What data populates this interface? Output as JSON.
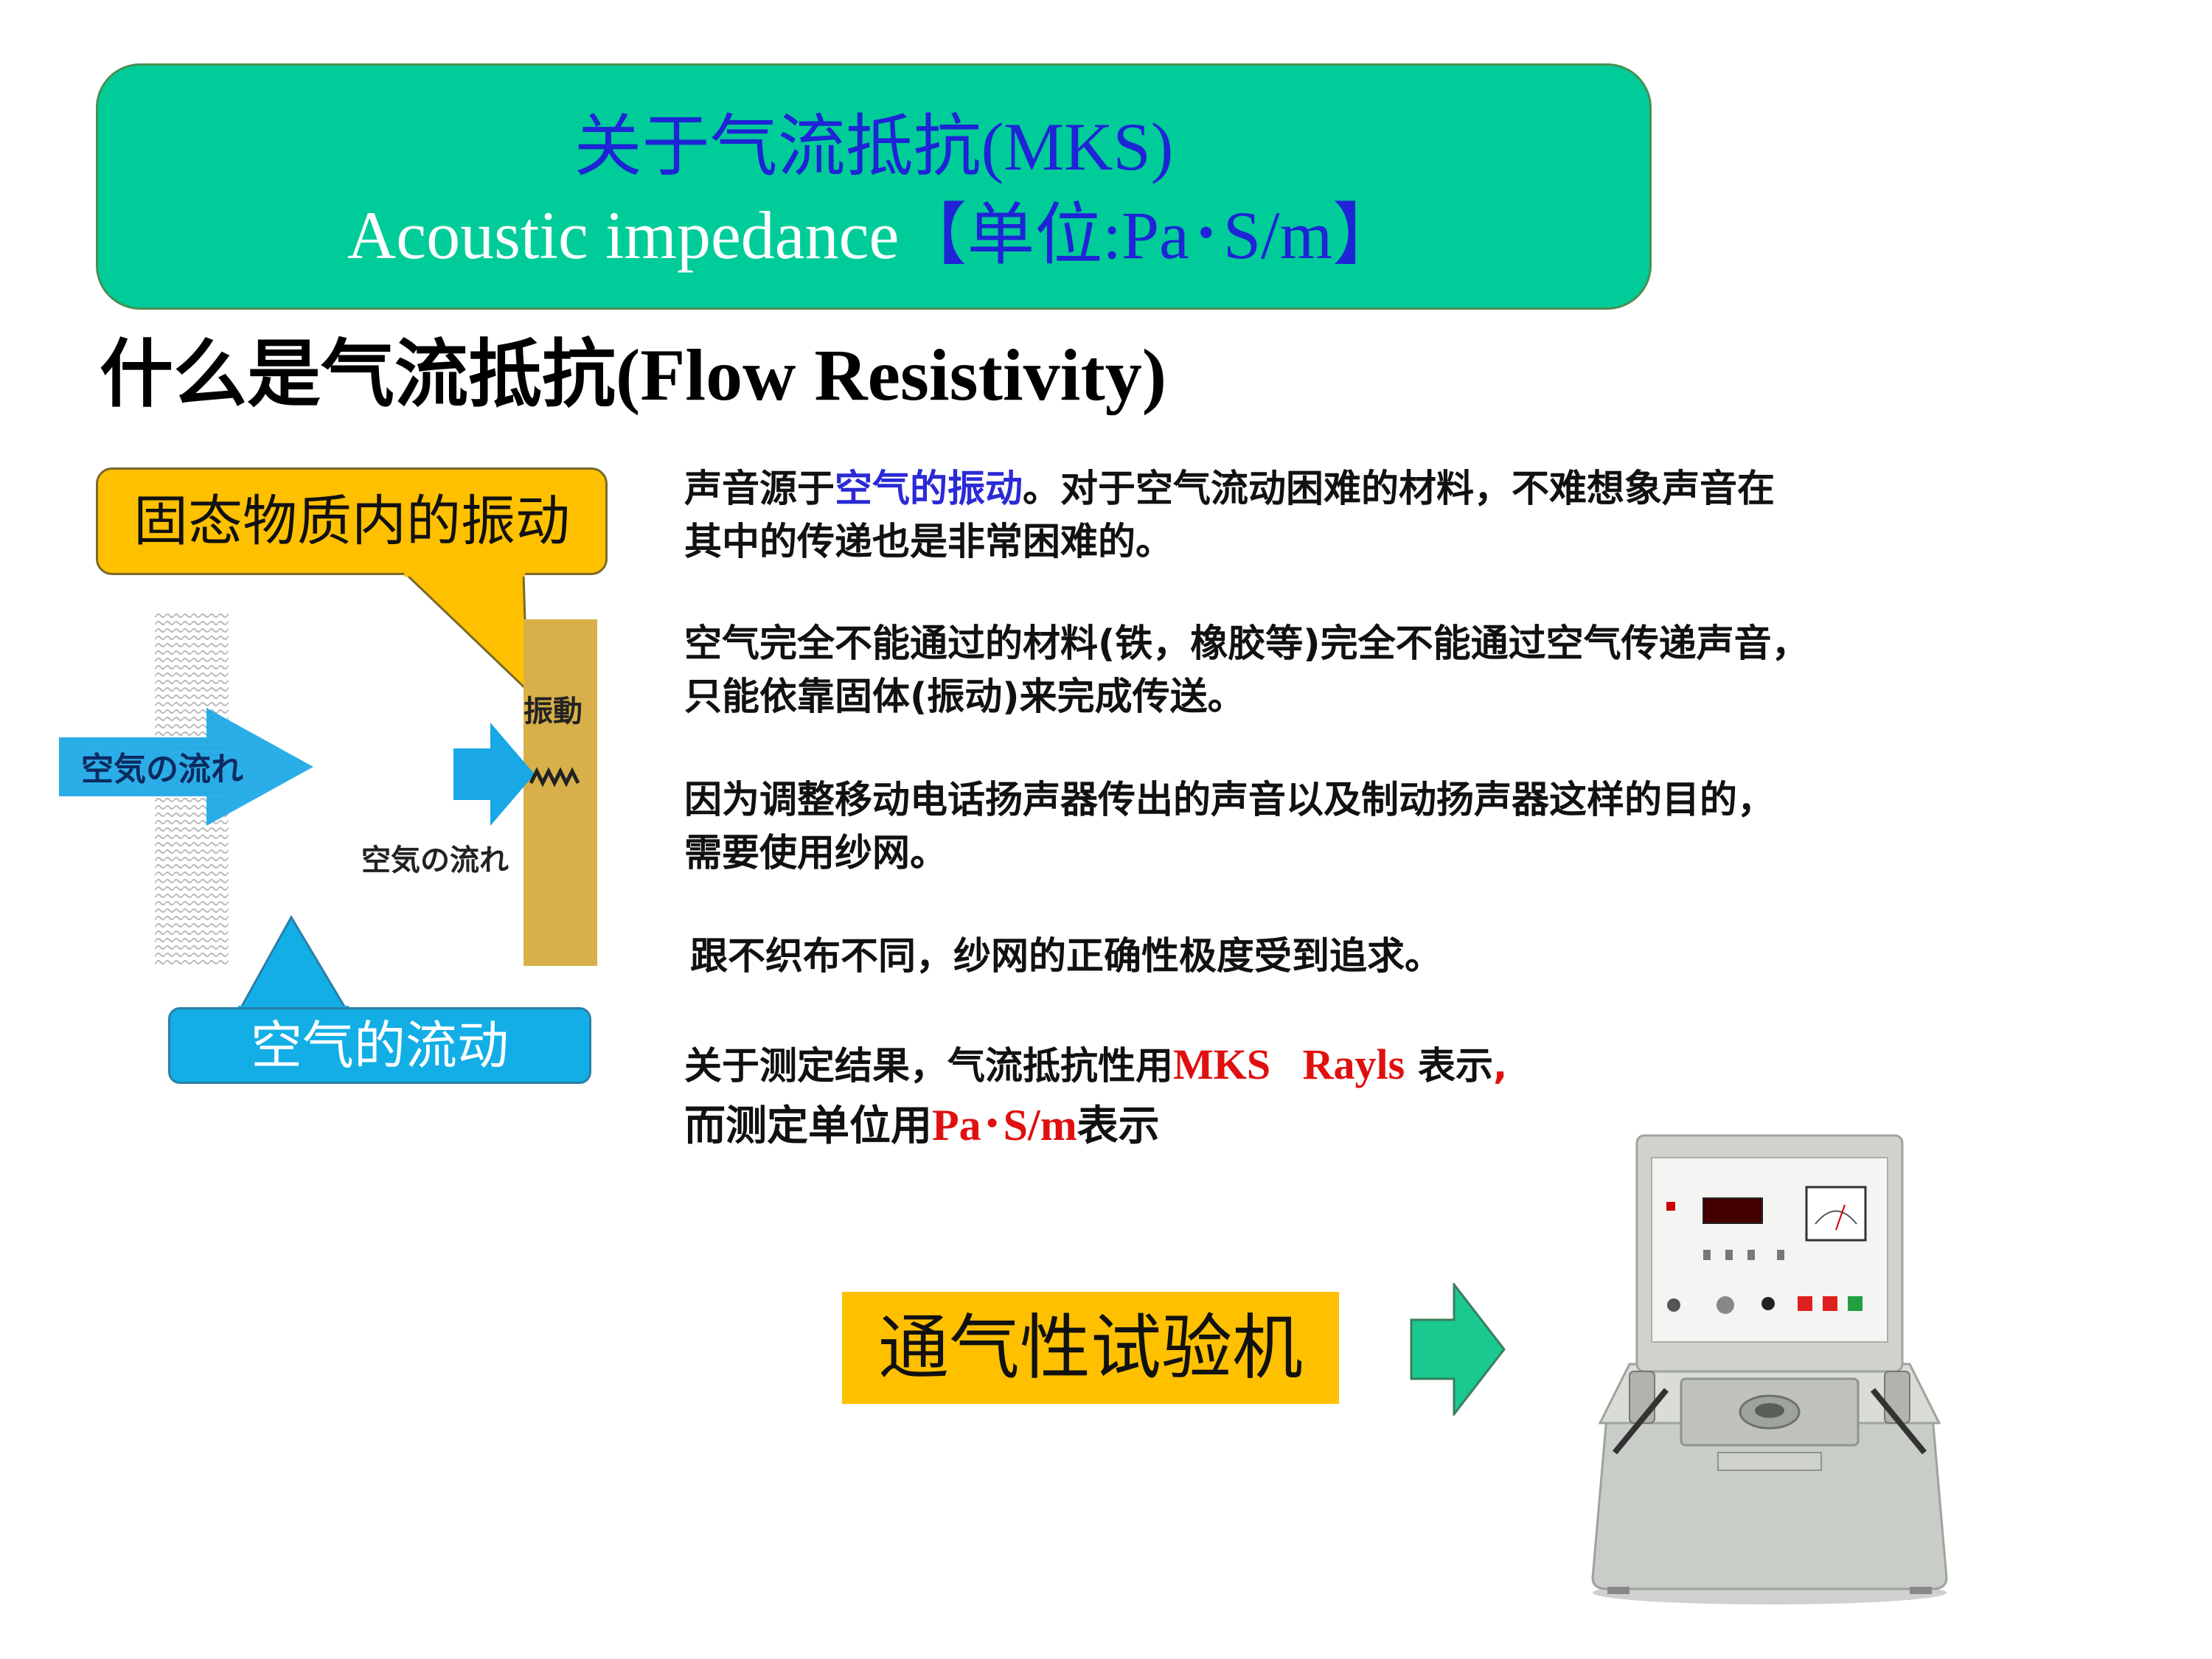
{
  "banner": {
    "title_cn": "关于气流抵抗",
    "title_en": "(MKS)",
    "sub_en": "Acoustic impedance",
    "sub_bracket_open": "【",
    "sub_unit_cn": "单位",
    "sub_unit_value": ":Pa･S/m",
    "sub_bracket_close": "】"
  },
  "main_title": {
    "cn": "什么是气流抵抗",
    "en": "(Flow Resistivity)"
  },
  "callouts": {
    "solid_vibration": "固态物质内的振动",
    "air_flow": "空气的流动"
  },
  "diagram": {
    "left_arrow_label": "空気の流れ",
    "right_arrow_label": "空気の流れ",
    "vibration_label": "振動",
    "colors": {
      "arrow": "#19a7e6",
      "plate": "#d8b04a"
    }
  },
  "paragraphs": {
    "p1_a": "声音源于",
    "p1_b": "空气的振动",
    "p1_c": "。对于空气流动困难的材料，不难想象声音在",
    "p1_line2": "其中的传递也是非常困难的。",
    "p2_line1": "空气完全不能通过的材料(铁，橡胶等)完全不能通过空气传递声音，",
    "p2_line2": "只能依靠固体(振动)来完成传送。",
    "p3_line1": "因为调整移动电话扬声器传出的声音以及制动扬声器这样的目的，",
    "p3_line2": "需要使用纱网。",
    "p4": "跟不织布不同，纱网的正确性极度受到追求。",
    "p5_a": "关于测定结果，气流抵抗性用",
    "p5_red": "MKS   Rayls",
    "p5_b": " 表示",
    "p5_comma": ",",
    "p6_a": "而测定单位用",
    "p6_red": "Pa･S/m",
    "p6_b": "表示"
  },
  "bottom": {
    "tester_label": "通气性试验机",
    "arrow_icon": "right-arrow-icon"
  }
}
